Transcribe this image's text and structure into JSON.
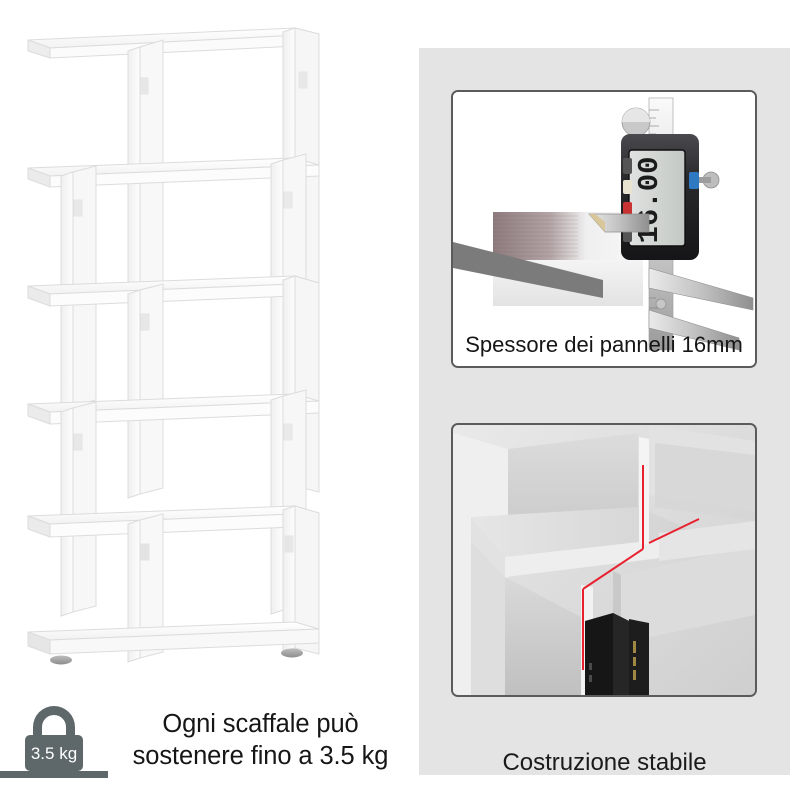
{
  "theme": {
    "page_background": "#ffffff",
    "panel_background": "#e4e4e4",
    "card_border": "#5b5b5b",
    "text_color": "#161616",
    "badge_color": "#5e686a",
    "highlight_red": "#e8212f",
    "product_white": "#ffffff"
  },
  "left_panel": {
    "product": {
      "name": "S-shaped white bookshelf",
      "shelf_count": 6,
      "color": "#ffffff"
    },
    "load_capacity": {
      "badge_icon": "weight-badge-icon",
      "badge_value": "3.5 kg",
      "caption_line1": "Ogni scaffale può",
      "caption_line2": "sostenere fino a 3.5 kg"
    }
  },
  "right_panel": {
    "cards": [
      {
        "id": "panel-thickness",
        "photo": "digital-caliper-measuring-panel",
        "caliper_display": "16.00",
        "caption": "Spessore dei pannelli 16mm",
        "caption_inside": true
      },
      {
        "id": "stable-construction",
        "photo": "shelf-joint-closeup-with-red-guides",
        "caption": "Costruzione stabile",
        "caption_inside": false
      }
    ]
  }
}
